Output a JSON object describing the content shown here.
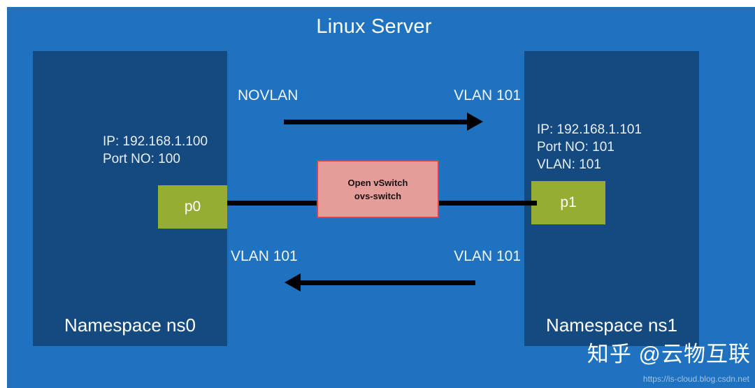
{
  "diagram": {
    "title": "Linux Server",
    "background_color": "#1f72c0",
    "namespace_color": "#144a80",
    "port_color": "#94ad32",
    "switch_fill_color": "#e59d9a",
    "switch_border_color": "#e0413f"
  },
  "namespaces": [
    {
      "id": "ns0",
      "label": "Namespace ns0",
      "info_lines": "IP: 192.168.1.100\nPort NO: 100",
      "port": {
        "name": "p0"
      }
    },
    {
      "id": "ns1",
      "label": "Namespace ns1",
      "info_lines": "IP: 192.168.1.101\nPort NO: 101\nVLAN: 101",
      "port": {
        "name": "p1"
      }
    }
  ],
  "switch": {
    "line1": "Open vSwitch",
    "line2": "ovs-switch"
  },
  "flows": [
    {
      "id": "egress",
      "direction": "right",
      "source_label": "NOVLAN",
      "target_label": "VLAN 101"
    },
    {
      "id": "ingress",
      "direction": "left",
      "source_label": "VLAN 101",
      "target_label": "VLAN 101"
    }
  ],
  "watermark": {
    "text": "知乎 @云物互联",
    "url": "https://is-cloud.blog.csdn.net"
  }
}
